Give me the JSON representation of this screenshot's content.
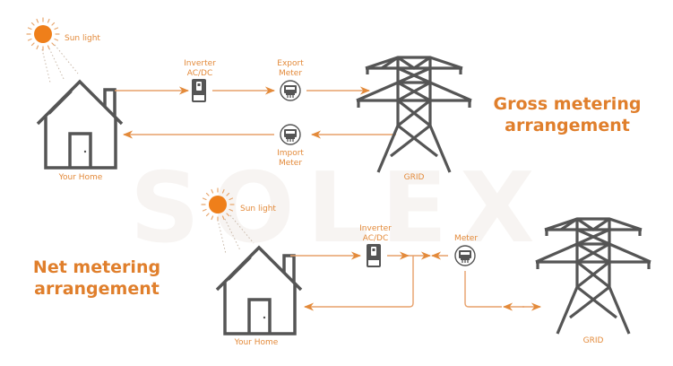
{
  "watermark": "SOLEX",
  "colors": {
    "accent": "#e38a3a",
    "title": "#e07f2c",
    "line": "#e7a06a",
    "icon_gray": "#555555",
    "sun": "#ef7f1a"
  },
  "gross": {
    "title_line1": "Gross metering",
    "title_line2": "arrangement",
    "sun_label": "Sun light",
    "home_label": "Your Home",
    "inverter_label_1": "Inverter",
    "inverter_label_2": "AC/DC",
    "export_meter_1": "Export",
    "export_meter_2": "Meter",
    "import_meter_1": "Import",
    "import_meter_2": "Meter",
    "grid_label": "GRID"
  },
  "net": {
    "title_line1": "Net metering",
    "title_line2": "arrangement",
    "sun_label": "Sun light",
    "home_label": "Your Home",
    "inverter_label_1": "Inverter",
    "inverter_label_2": "AC/DC",
    "meter_label": "Meter",
    "grid_label": "GRID"
  }
}
